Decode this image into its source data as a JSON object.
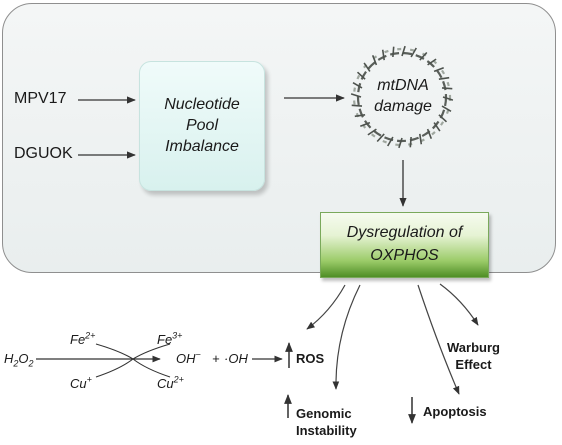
{
  "genes": {
    "mpv17": "MPV17",
    "dguok": "DGUOK"
  },
  "nucleotide_box": {
    "line1": "Nucleotide",
    "line2": "Pool",
    "line3": "Imbalance"
  },
  "mtdna": {
    "line1": "mtDNA",
    "line2": "damage"
  },
  "oxphos_box": {
    "line1": "Dysregulation of",
    "line2": "OXPHOS"
  },
  "reaction": {
    "h2o2": "H",
    "h2o2_sub1": "2",
    "h2o2_o": "O",
    "h2o2_sub2": "2",
    "fe_in": "Fe",
    "fe_in_charge": "2+",
    "fe_out": "Fe",
    "fe_out_charge": "3+",
    "cu_in": "Cu",
    "cu_in_charge": "+",
    "cu_out": "Cu",
    "cu_out_charge": "2+",
    "oh_minus": "OH",
    "oh_minus_charge": "−",
    "plus": "+",
    "oh_radical": "·OH"
  },
  "outcomes": {
    "ros": "ROS",
    "genomic_line1": "Genomic",
    "genomic_line2": "Instability",
    "apoptosis": "Apoptosis",
    "warburg_line1": "Warburg",
    "warburg_line2": "Effect"
  }
}
